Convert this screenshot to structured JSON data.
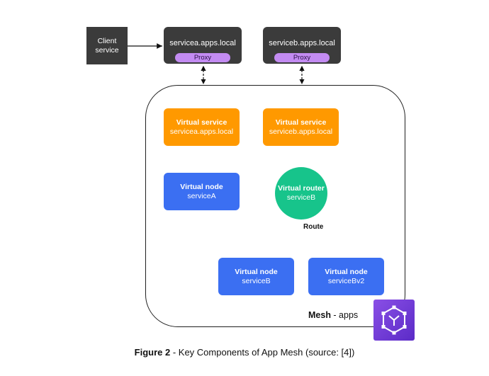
{
  "client": {
    "line1": "Client",
    "line2": "service"
  },
  "service_a": {
    "host": "servicea.apps.local",
    "proxy": "Proxy"
  },
  "service_b": {
    "host": "serviceb.apps.local",
    "proxy": "Proxy"
  },
  "virtual_service_a": {
    "title": "Virtual service",
    "host": "servicea.apps.local"
  },
  "virtual_service_b": {
    "title": "Virtual service",
    "host": "serviceb.apps.local"
  },
  "virtual_node_a": {
    "title": "Virtual node",
    "name": "serviceA"
  },
  "virtual_router": {
    "title": "Virtual router",
    "name": "serviceB"
  },
  "route_label": "Route",
  "virtual_node_b": {
    "title": "Virtual node",
    "name": "serviceB"
  },
  "virtual_node_bv2": {
    "title": "Virtual node",
    "name": "serviceBv2"
  },
  "mesh": {
    "name": "Mesh",
    "suffix": " - apps"
  },
  "mesh_icon": "app-mesh-icon",
  "caption": {
    "figure": "Figure 2",
    "text": " - Key Components of App Mesh (source: [4])"
  },
  "colors": {
    "dark": "#3b3b3b",
    "proxy": "#c38bf2",
    "orange": "#ff9900",
    "blue": "#3b6ff2",
    "router": "#17c48b",
    "mesh_icon": "#6b35d6"
  }
}
